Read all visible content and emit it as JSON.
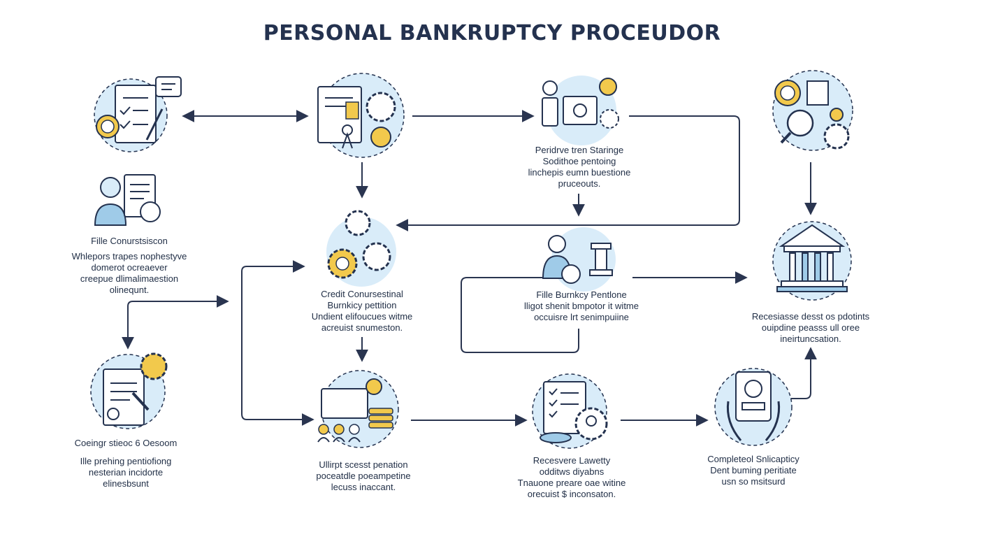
{
  "title": "PERSONAL BANKRUPTCY PROCEUDOR",
  "steps": [
    {
      "id": "file_consultation",
      "heading": "Fille Conurstsiscon",
      "lines": [
        "Whlepors trapes nophestyve",
        "domerot ocreaever",
        "creepue dlimalimaestion",
        "olinequnt."
      ]
    },
    {
      "id": "credit_counseling",
      "heading": "Credit Conursestinal",
      "lines": [
        "Burnkicy pettition",
        "Undient elifoucues witme",
        "acreuist snumeston."
      ]
    },
    {
      "id": "bankruptcy_petition",
      "heading": "Fille Burnkcy Pentlone",
      "lines": [
        "lligot shenit bmpotor it witme",
        "occuisre lrt senimpuiine"
      ]
    },
    {
      "id": "prepare_schedules",
      "heading": "Peridrve tren Staringe",
      "lines": [
        "Sodithoe pentoing",
        "linchepis eumn buestione",
        "pruceouts."
      ]
    },
    {
      "id": "receive_discharge",
      "heading": "Recesiasse desst os pdotints",
      "lines": [
        "ouipdine peasss ull oree",
        "ineirtuncsation."
      ]
    },
    {
      "id": "closing_session",
      "heading": "Coeingr stieoc 6 Oesoom",
      "lines": [
        "Ille prehing pentiofiong",
        "nesterian incidorte",
        "elinesbsunt"
      ]
    },
    {
      "id": "submit_payment",
      "heading": "Ullirpt scesst penation",
      "lines": [
        "poceatdle poeampetine",
        "lecuss inaccant."
      ]
    },
    {
      "id": "receive_liability",
      "heading": "Recesvere Lawetty",
      "lines": [
        "odditws diyabns",
        "Tnauone preare oae witine",
        "orecuist $ inconsaton."
      ]
    },
    {
      "id": "completed",
      "heading": "Completeol Snlicapticy",
      "lines": [
        "Dent buming peritiate",
        "usn so msitsurd"
      ]
    }
  ],
  "palette": {
    "navy": "#24324f",
    "circle": "#d9ecf9",
    "accent": "#f2c94c",
    "line": "#2a3550"
  }
}
